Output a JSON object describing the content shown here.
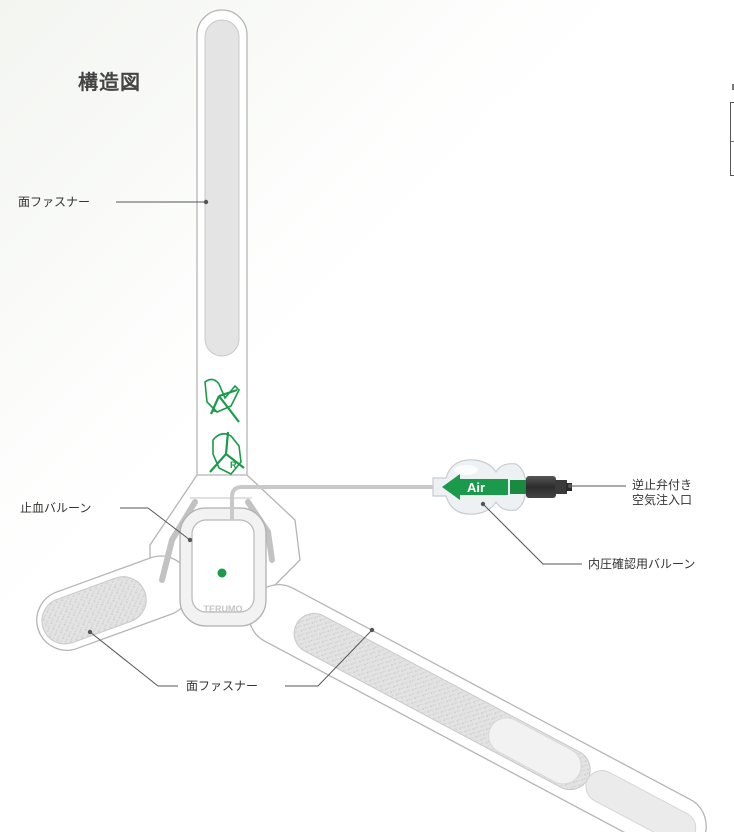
{
  "title": "構造図",
  "labels": {
    "velcro_top": "面ファスナー",
    "hemostatic_balloon": "止血バルーン",
    "velcro_bottom": "面ファスナー",
    "pressure_balloon": "内圧確認用バルーン",
    "valve_line1": "逆止弁付き",
    "valve_line2": "空気注入口"
  },
  "device_text": {
    "air": "Air",
    "brand": "TERUMO",
    "hand_left": "L",
    "hand_right": "R"
  },
  "colors": {
    "accent_green": "#1a9a4a",
    "frame_gray": "#9a9a9a",
    "leader_line": "#555555"
  }
}
